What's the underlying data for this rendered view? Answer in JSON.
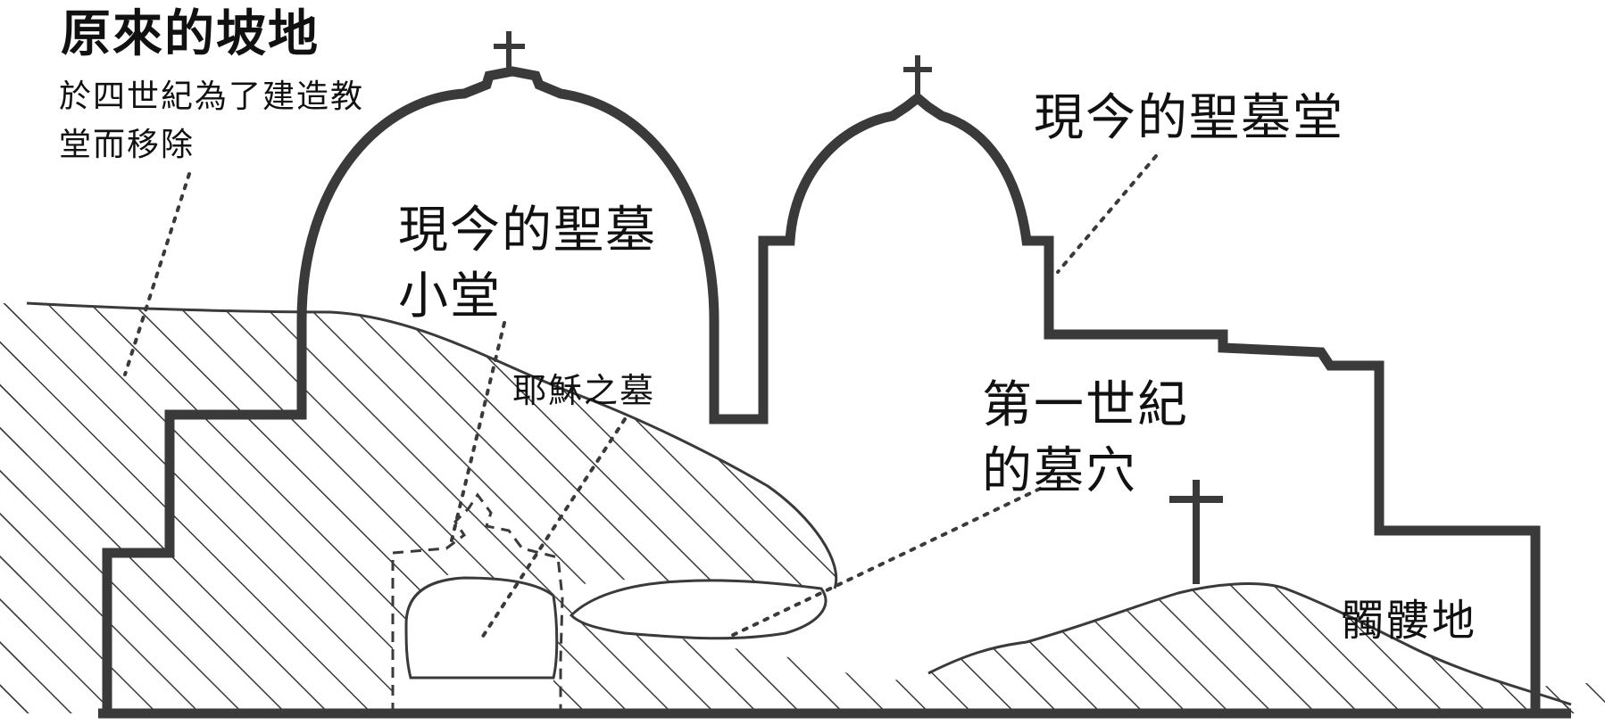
{
  "labels": {
    "original_hillside_title": "原來的坡地",
    "original_hillside_desc": "於四世紀為了建造教堂而移除",
    "current_church": "現今的聖墓堂",
    "edicule": "現今的聖墓小堂",
    "jesus_tomb": "耶穌之墓",
    "first_century_tomb": "第一世紀的墓穴",
    "golgotha": "髑髏地"
  },
  "colors": {
    "ink": "#3a3a3a",
    "text": "#111111",
    "background": "#ffffff"
  }
}
